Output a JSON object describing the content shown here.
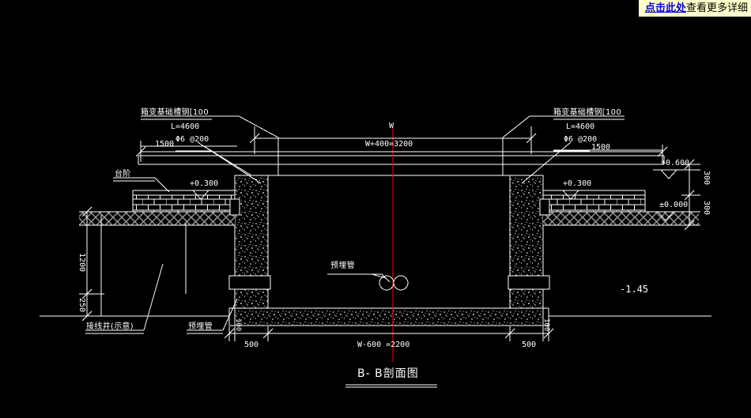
{
  "banner": {
    "link_text": "点击此处",
    "rest_text": "查看更多详细",
    "bg_color": "#ffffcc",
    "link_color": "#0000cc"
  },
  "drawing": {
    "title": "B- B剖面图",
    "background_color": "#000000",
    "line_color": "#ffffff",
    "centerline_color": "#ff0000",
    "labels": {
      "channel_steel_left": "箱变基础槽钢[100",
      "channel_steel_left_len": "L=4600",
      "channel_steel_left_rebar": "Φ6 @200",
      "channel_steel_right": "箱变基础槽钢[100",
      "channel_steel_right_len": "L=4600",
      "channel_steel_right_rebar": "Φ6 @200",
      "step": "台阶",
      "junction_box": "接线井(示意)",
      "embedded_pipe_bottom": "预埋管",
      "embedded_pipe_center": "预埋管"
    },
    "dimensions": {
      "top_width_symbol": "W",
      "top_overall": "W+400=3200",
      "left_1500": "1500",
      "right_1500": "1500",
      "left_depth_1200": "1200",
      "left_depth_250": "250",
      "bottom_left_500": "500",
      "bottom_left_100": "100",
      "bottom_center": "W-600 =2200",
      "bottom_right_500": "500",
      "bottom_right_100": "100",
      "right_300_upper": "300",
      "right_300_lower": "300"
    },
    "elevations": {
      "top_right": "+0.600",
      "left_slab": "+0.300",
      "right_slab": "+0.300",
      "ground": "±0.000",
      "foundation_bottom": "-1.45"
    }
  }
}
